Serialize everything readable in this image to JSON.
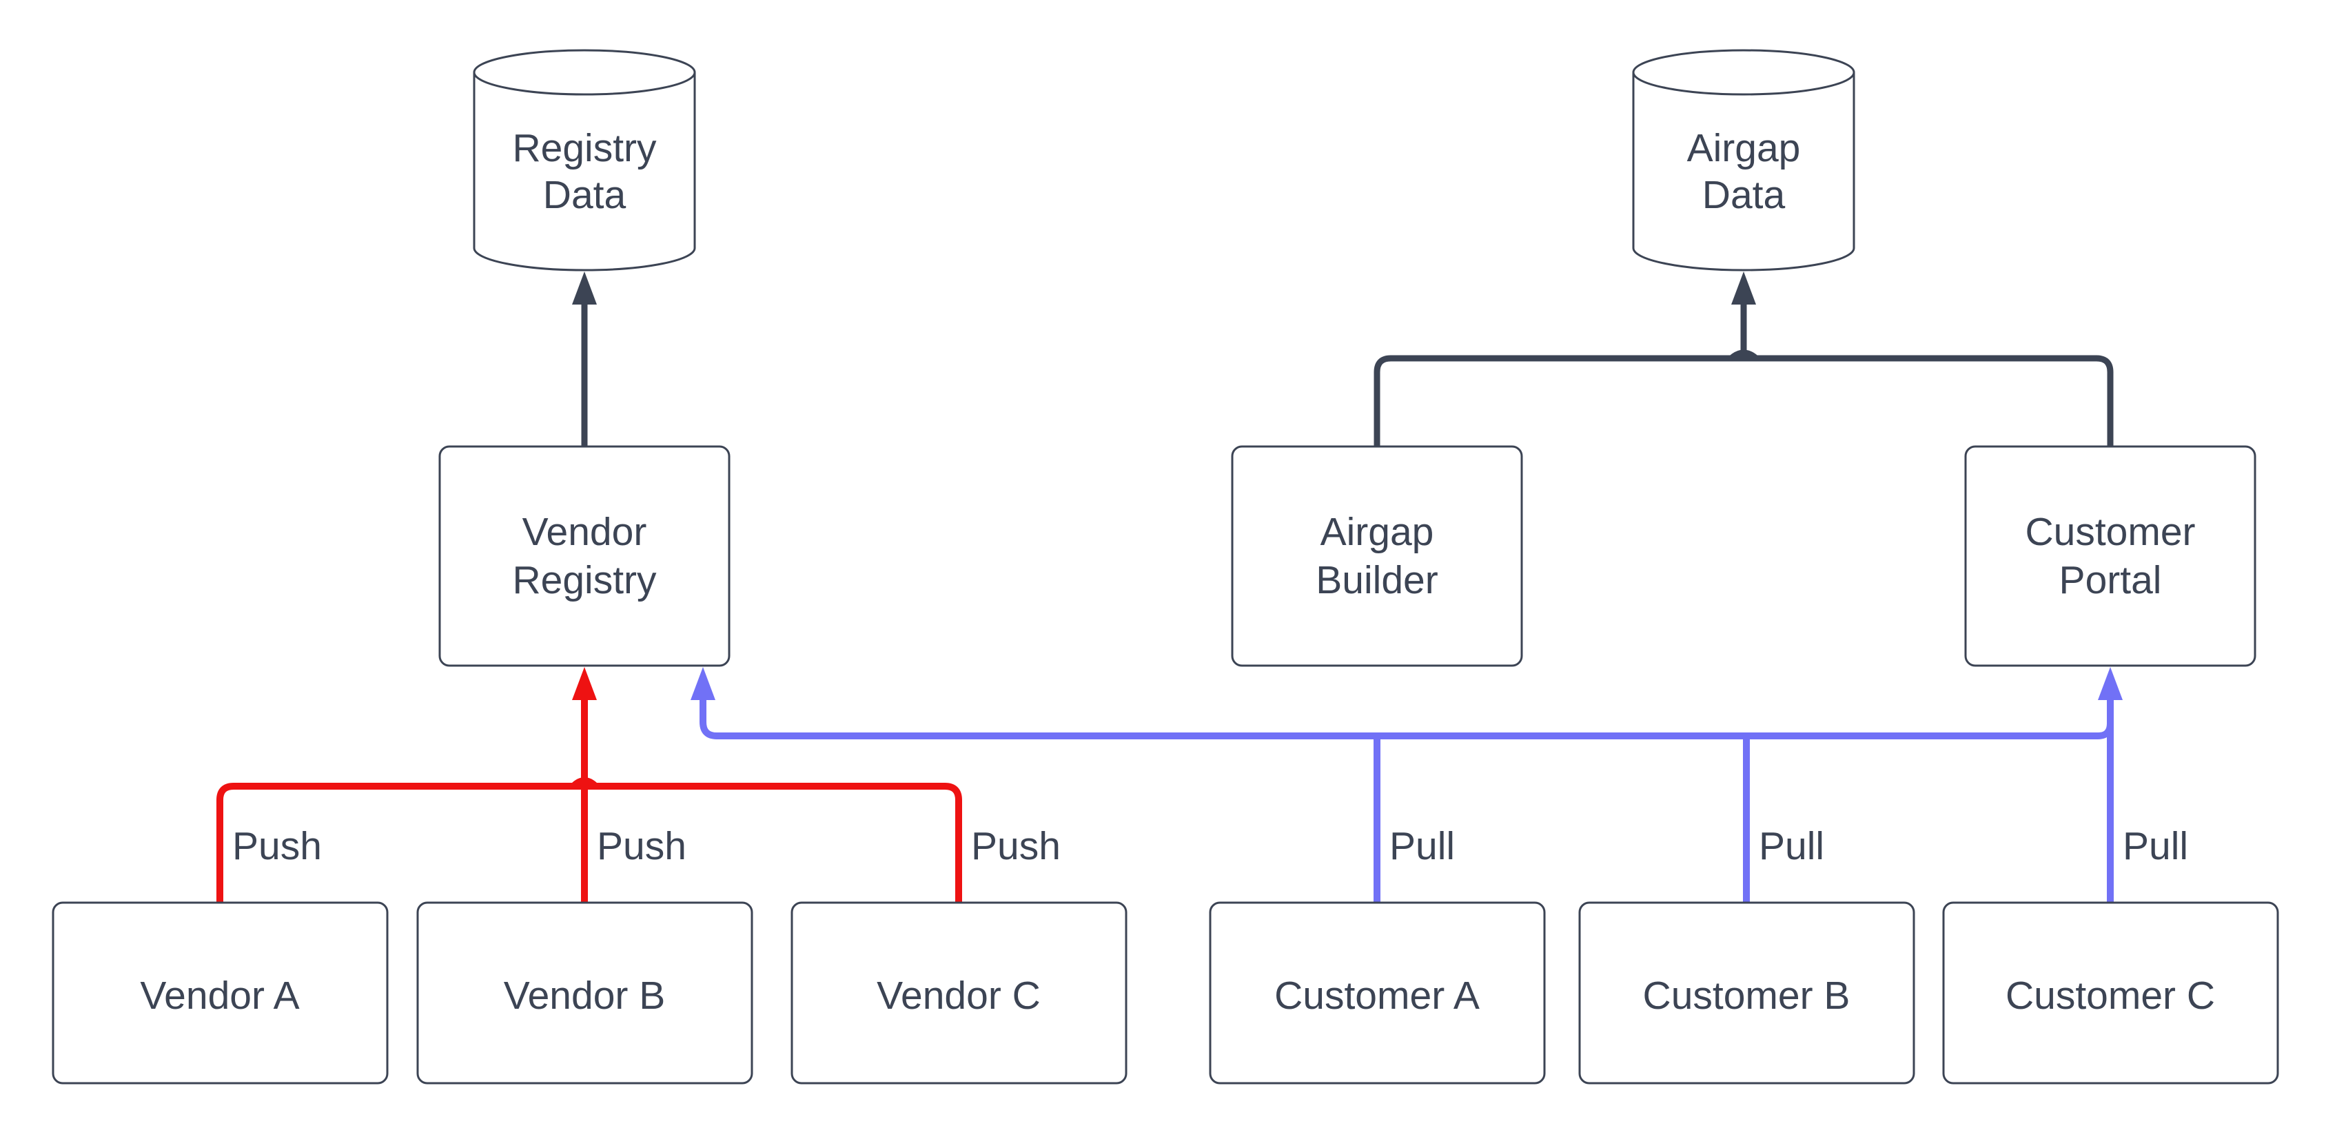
{
  "page": {
    "background": "#ffffff"
  },
  "colors": {
    "dark": "#3c4454",
    "red": "#ee1212",
    "blue": "#7171f6",
    "shape_fill": "#ffffff"
  },
  "nodes": {
    "registry_data": {
      "type": "database-cylinder",
      "line1": "Registry",
      "line2": "Data"
    },
    "airgap_data": {
      "type": "database-cylinder",
      "line1": "Airgap",
      "line2": "Data"
    },
    "vendor_registry": {
      "type": "process-box",
      "line1": "Vendor",
      "line2": "Registry"
    },
    "airgap_builder": {
      "type": "process-box",
      "line1": "Airgap",
      "line2": "Builder"
    },
    "customer_portal": {
      "type": "process-box",
      "line1": "Customer",
      "line2": "Portal"
    },
    "vendor_a": {
      "type": "process-box",
      "label": "Vendor A"
    },
    "vendor_b": {
      "type": "process-box",
      "label": "Vendor B"
    },
    "vendor_c": {
      "type": "process-box",
      "label": "Vendor C"
    },
    "customer_a": {
      "type": "process-box",
      "label": "Customer A"
    },
    "customer_b": {
      "type": "process-box",
      "label": "Customer B"
    },
    "customer_c": {
      "type": "process-box",
      "label": "Customer C"
    }
  },
  "edge_labels": {
    "push_vendor_a": "Push",
    "push_vendor_b": "Push",
    "push_vendor_c": "Push",
    "pull_customer_a": "Pull",
    "pull_customer_b": "Pull",
    "pull_customer_c": "Pull"
  }
}
